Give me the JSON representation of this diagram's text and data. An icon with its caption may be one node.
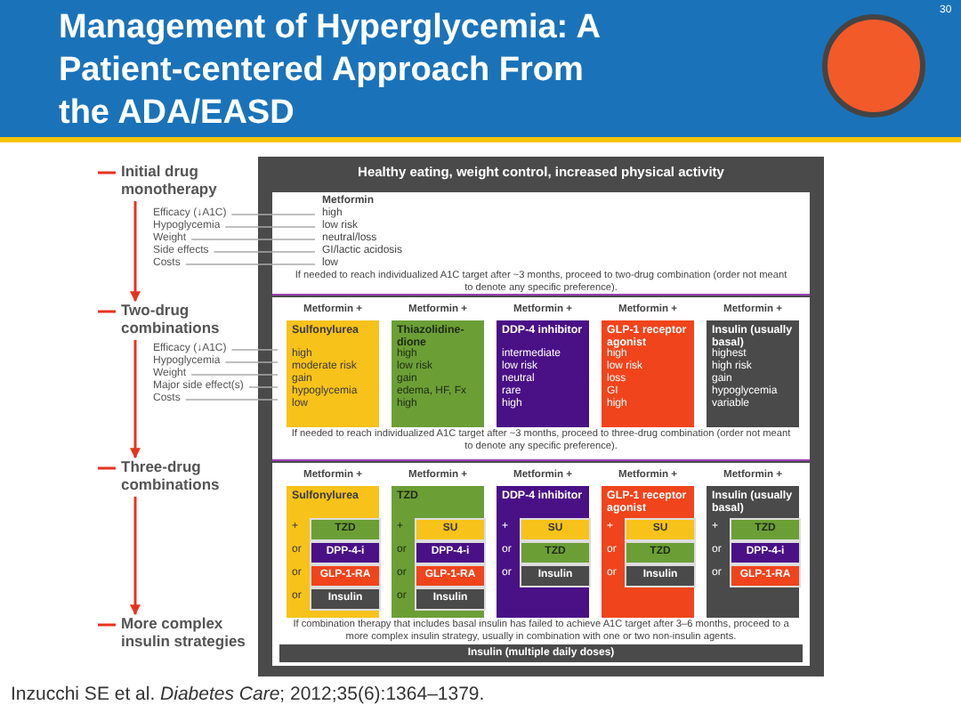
{
  "diagram": {
    "title": "Management of Hyperglycemia: A Patient-centered Approach From the ADA/EASD",
    "caption": "Inzucchi SE et al. *Diabetes Care*; 2012;35(6):1364–1379.",
    "nodes": [
      {
        "text": [
          "Initial drug monotherapy"
        ]
      },
      {
        "text": [
          "Two-drug combinations"
        ]
      },
      {
        "text": [
          "Three-drug combinations"
        ]
      },
      {
        "text": [
          "More complex insulin strategies"
        ]
      },
      {
        "text": [
          "Healthy eating, weight control, increased physical activity"
        ]
      },
      {
        "text": [
          "Metformin",
          "high",
          "low risk",
          "neutral/loss",
          "GI/lactic acidosis",
          "low",
          "If needed to reach individualized A1C target after ~3 months, proceed to two-drug combination (order not meant to denote any specific preference)."
        ],
        "in": 4
      },
      {
        "text": [
          "If needed to reach individualized A1C target after ~3 months, proceed to three-drug combination (order not meant to denote any specific preference)."
        ],
        "in": 4
      },
      {
        "text": [
          "Metformin +",
          "Sulfonylurea",
          "high",
          "moderate risk",
          "gain",
          "hypoglycemia",
          "low"
        ],
        "in": 6
      },
      {
        "text": [
          "Metformin +",
          "Thiazolidine-dione",
          "high",
          "low risk",
          "gain",
          "edema, HF, Fx",
          "high"
        ],
        "in": 6
      },
      {
        "text": [
          "Metformin +",
          "DDP-4 inhibitor",
          "intermediate",
          "low risk",
          "neutral",
          "rare",
          "high"
        ],
        "in": 6
      },
      {
        "text": [
          "Metformin +",
          "GLP-1 receptor agonist",
          "high",
          "low risk",
          "loss",
          "GI",
          "high"
        ],
        "in": 6
      },
      {
        "text": [
          "Metformin +",
          "Insulin (usually basal)",
          "highest",
          "high risk",
          "gain",
          "hypoglycemia",
          "variable"
        ],
        "in": 6
      },
      {
        "text": [
          "If combination therapy that includes basal insulin has failed to achieve A1C target after 3–6 months, proceed to a more complex insulin strategy, usually in combination with one or two non-insulin agents."
        ],
        "in": 4
      },
      {
        "text": [
          "Metformin +",
          "Sulfonylurea"
        ],
        "in": 12
      },
      {
        "text": [
          "TZD"
        ],
        "beside": [
          "+"
        ],
        "in": 13
      },
      {
        "text": [
          "DPP-4-i"
        ],
        "beside": [
          "or"
        ],
        "in": 13
      },
      {
        "text": [
          "GLP-1-RA"
        ],
        "beside": [
          "or"
        ],
        "in": 13
      },
      {
        "text": [
          "Insulin"
        ],
        "beside": [
          "or"
        ],
        "in": 13
      },
      {
        "text": [
          "Metformin +",
          "TZD"
        ],
        "in": 12
      },
      {
        "text": [
          "SU"
        ],
        "beside": [
          "+"
        ],
        "in": 18
      },
      {
        "text": [
          "DPP-4-i"
        ],
        "beside": [
          "or"
        ],
        "in": 18
      },
      {
        "text": [
          "GLP-1-RA"
        ],
        "beside": [
          "or"
        ],
        "in": 18
      },
      {
        "text": [
          "Insulin"
        ],
        "beside": [
          "or"
        ],
        "in": 18
      },
      {
        "text": [
          "Metformin +",
          "DDP-4 inhibitor"
        ],
        "in": 12
      },
      {
        "text": [
          "SU"
        ],
        "beside": [
          "+"
        ],
        "in": 23
      },
      {
        "text": [
          "TZD"
        ],
        "beside": [
          "or"
        ],
        "in": 23
      },
      {
        "text": [
          "Insulin"
        ],
        "beside": [
          "or"
        ],
        "in": 23
      },
      {
        "text": [
          "Metformin +",
          "GLP-1 receptor agonist"
        ],
        "in": 12
      },
      {
        "text": [
          "SU"
        ],
        "beside": [
          "+"
        ],
        "in": 27
      },
      {
        "text": [
          "TZD"
        ],
        "beside": [
          "or"
        ],
        "in": 27
      },
      {
        "text": [
          "Insulin"
        ],
        "beside": [
          "or"
        ],
        "in": 27
      },
      {
        "text": [
          "Metformin +",
          "Insulin (usually basal)"
        ],
        "in": 12
      },
      {
        "text": [
          "TZD"
        ],
        "beside": [
          "+"
        ],
        "in": 31
      },
      {
        "text": [
          "DPP-4-i"
        ],
        "beside": [
          "or"
        ],
        "in": 31
      },
      {
        "text": [
          "GLP-1-RA"
        ],
        "beside": [
          "or"
        ],
        "in": 31
      },
      {
        "text": [
          "Insulin (multiple daily doses)"
        ],
        "in": 12
      }
    ],
    "edges": [
      {
        "from": 0,
        "to": 1,
        "arrow": "to"
      },
      {
        "from": 1,
        "to": 2,
        "arrow": "to"
      },
      {
        "from": 2,
        "to": 3,
        "arrow": "to"
      }
    ],
    "labels": [
      "30",
      "Efficacy (↓A1C)",
      "Hypoglycemia",
      "Weight",
      "Side effects",
      "Costs",
      "Efficacy (↓A1C)",
      "Hypoglycemia",
      "Weight",
      "Major side effect(s)",
      "Costs"
    ]
  }
}
